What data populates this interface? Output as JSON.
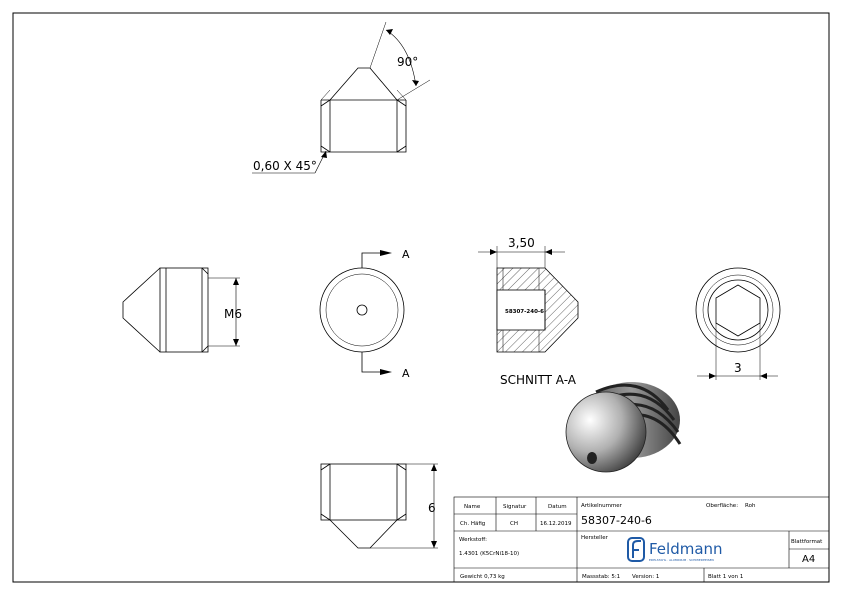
{
  "drawing": {
    "dim_angle": "90°",
    "dim_chamfer": "0,60 X 45°",
    "dim_thread": "M6",
    "dim_width": "3,50",
    "dim_hex": "3",
    "dim_length": "6",
    "section_marker": "A",
    "section_title": "SCHNITT A-A",
    "part_label": "58307-240-6"
  },
  "title_block": {
    "name_label": "Name",
    "signature_label": "Signatur",
    "date_label": "Datum",
    "name_value": "Ch. Häfig",
    "signature_value": "CH",
    "date_value": "16.12.2019",
    "article_label": "Artikelnummer",
    "article_value": "58307-240-6",
    "surface_label": "Oberfläche:",
    "surface_value": "Roh",
    "material_label": "Werkstoff:",
    "material_value": "1.4301 (K5CrNi18-10)",
    "manufacturer_label": "Hersteller",
    "company_name": "Feldmann",
    "company_tagline": "EDELSTAHL · ALUMINIUM · SCHMIEDEEISEN",
    "format_label": "Blattformat",
    "format_value": "A4",
    "weight": "Gewicht 0,73 kg",
    "scale": "Massstab: 5:1",
    "version": "Version: 1",
    "sheet": "Blatt 1 von 1"
  },
  "colors": {
    "line": "#000000",
    "logo": "#1f5aa6",
    "hatch": "#000000"
  }
}
